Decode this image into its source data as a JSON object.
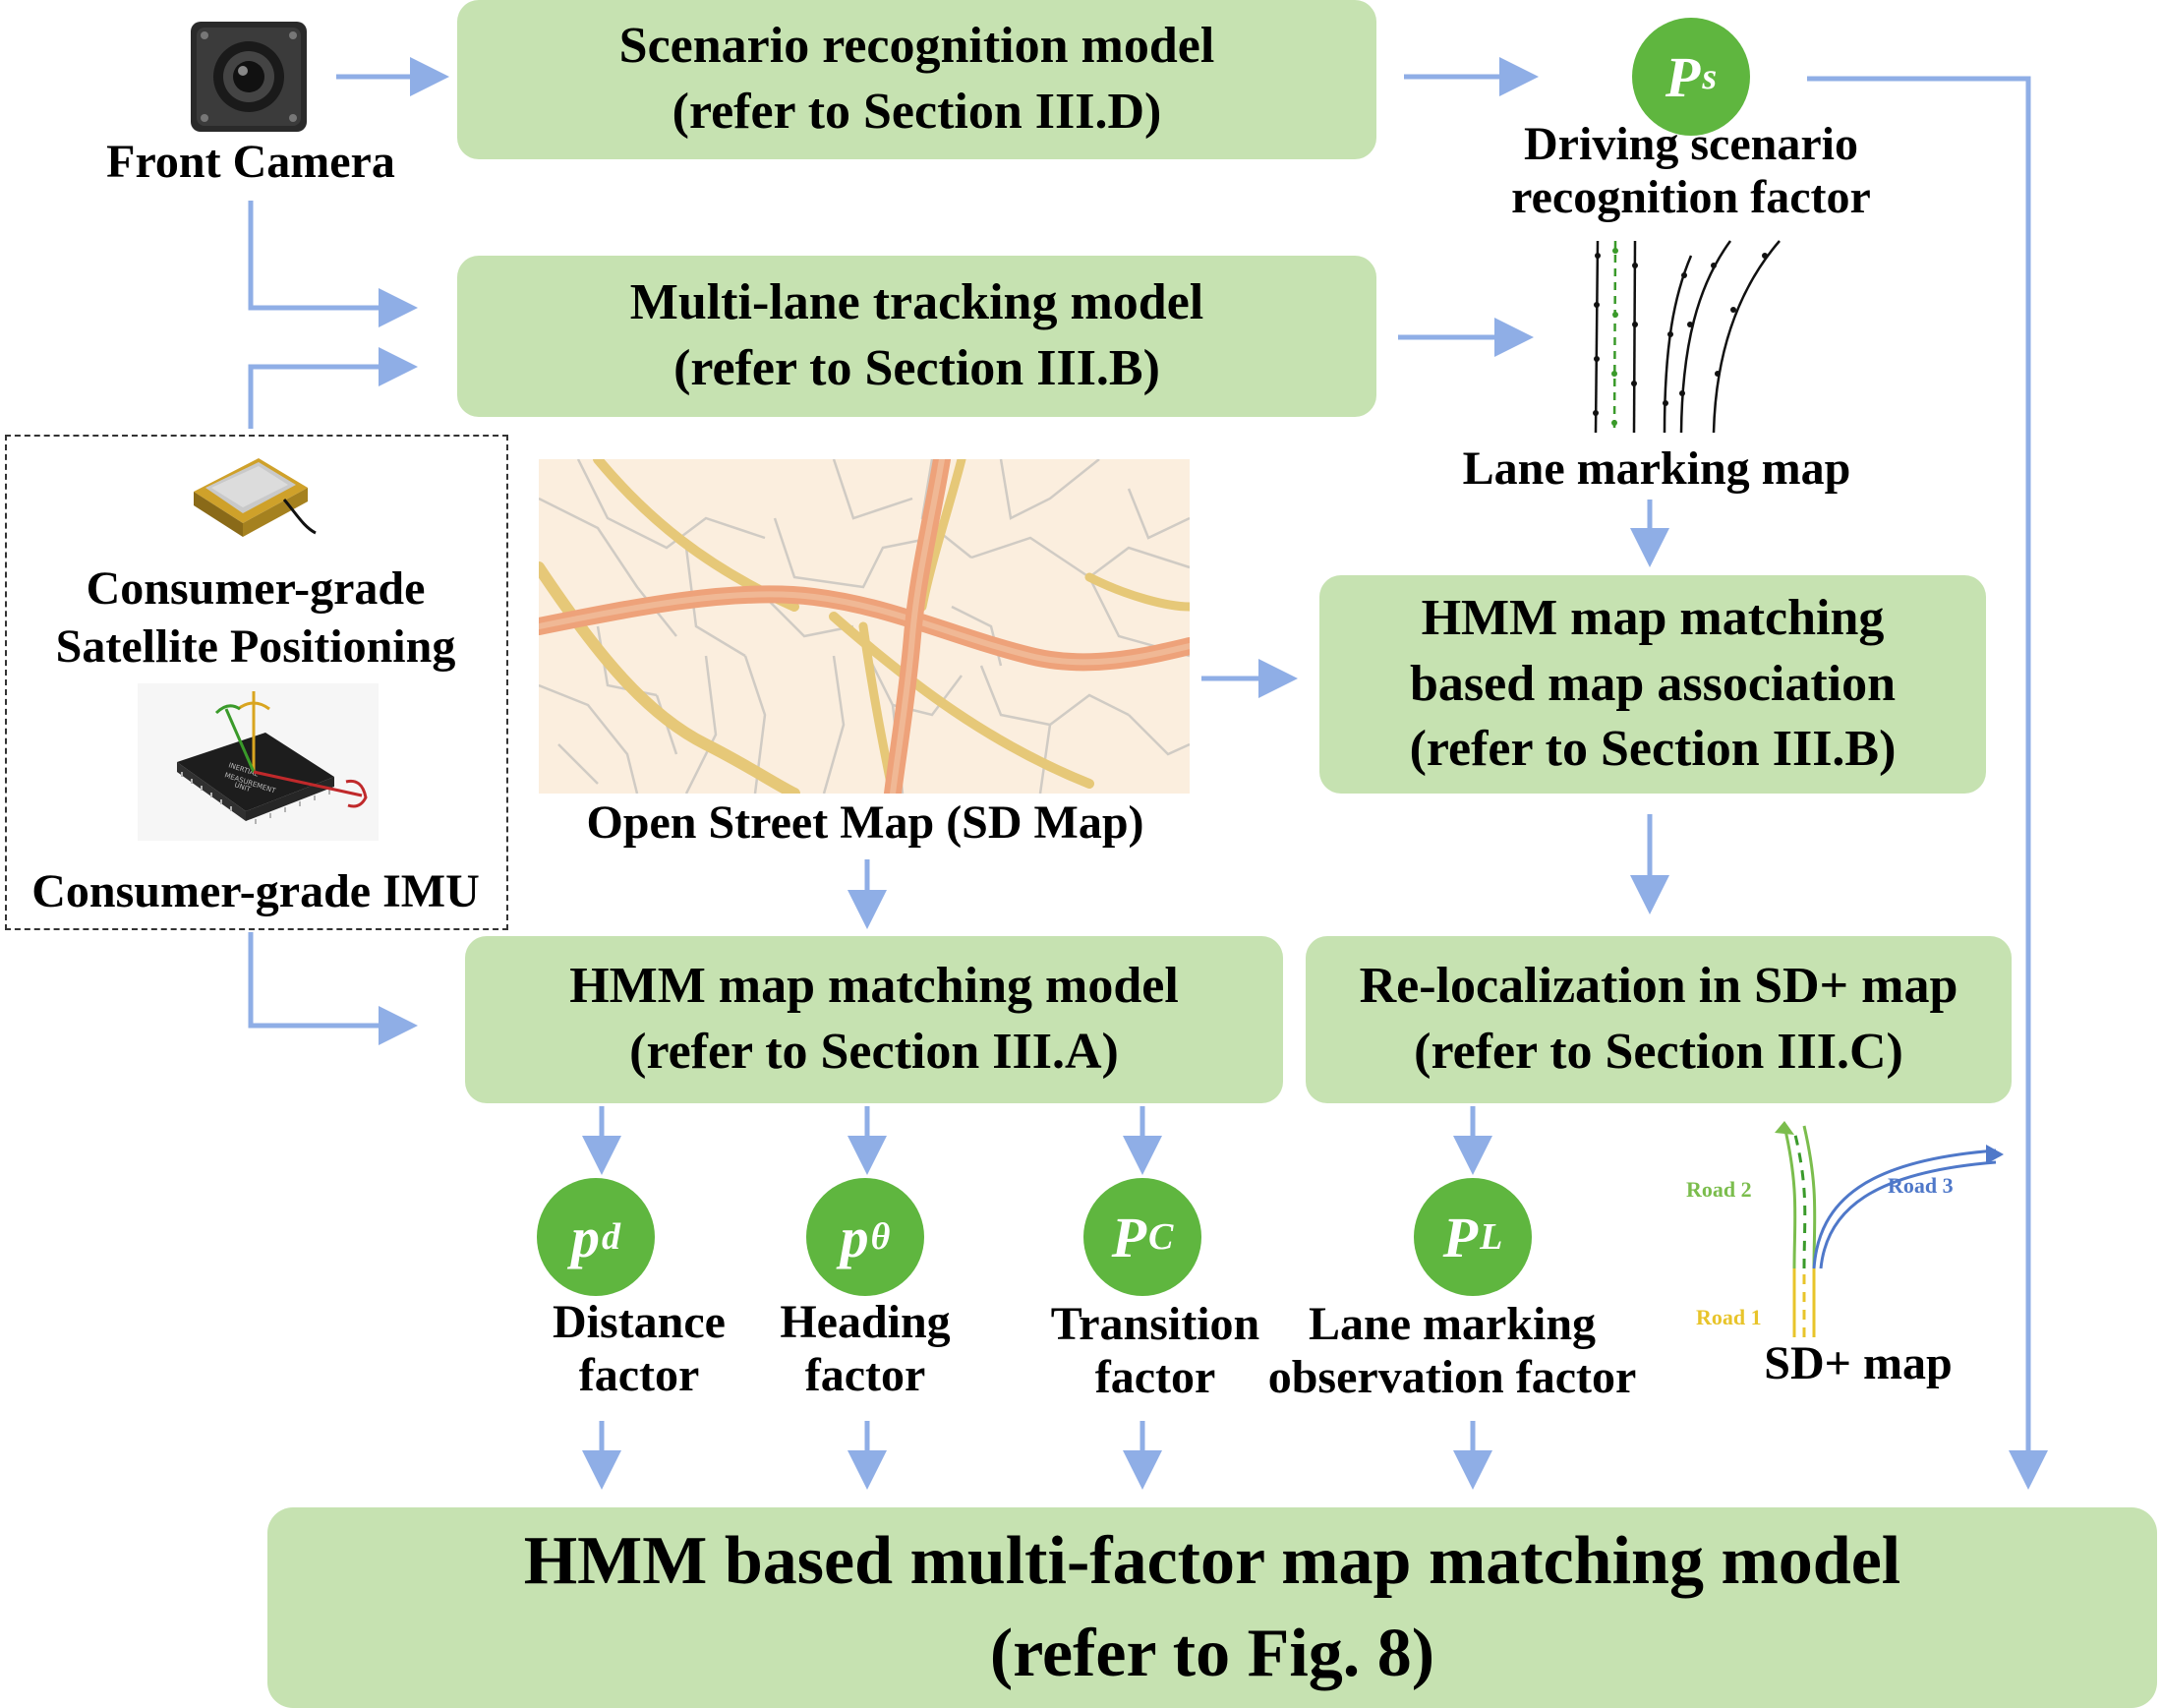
{
  "colors": {
    "box_fill": "#c6e2b1",
    "arrow": "#8faee6",
    "factor_circle": "#5fb63f",
    "road1": "#e8c42a",
    "road2": "#7bbd4d",
    "road3": "#4f78c9",
    "lane_marking_center": "#3a9a2a"
  },
  "sensors": {
    "camera_label": "Front Camera",
    "gnss_label": [
      "Consumer-grade",
      "Satellite Positioning"
    ],
    "imu_label": "Consumer-grade IMU",
    "imu_chip_text": [
      "INERTIAL",
      "MEASUREMENT",
      "UNIT"
    ]
  },
  "boxes": {
    "scenario": [
      "Scenario recognition model",
      "(refer to Section III.D)"
    ],
    "multilane": [
      "Multi-lane tracking model",
      "(refer to Section III.B)"
    ],
    "hmm_assoc": [
      "HMM map matching",
      "based map association",
      "(refer to Section III.B)"
    ],
    "hmm_model": [
      "HMM map matching model",
      "(refer to Section III.A)"
    ],
    "reloc": [
      "Re-localization in SD+ map",
      "(refer to Section III.C)"
    ],
    "final": [
      "HMM based multi-factor map matching model",
      "(refer to Fig. 8)"
    ]
  },
  "maps": {
    "osm_label": "Open Street Map (SD Map)",
    "lane_map_label": "Lane marking map",
    "sdplus_label": "SD+ map",
    "sdplus_roads": [
      "Road 1",
      "Road 2",
      "Road 3"
    ]
  },
  "factors": {
    "ps": {
      "symbol": "P",
      "sub": "s",
      "label": [
        "Driving scenario",
        "recognition factor"
      ]
    },
    "pd": {
      "symbol": "p",
      "sub": "d",
      "label": [
        "Distance",
        "factor"
      ]
    },
    "ptheta": {
      "symbol": "p",
      "sub": "θ",
      "label": [
        "Heading",
        "factor"
      ]
    },
    "pc": {
      "symbol": "P",
      "sub": "C",
      "label": [
        "Transition",
        "factor"
      ]
    },
    "pl": {
      "symbol": "P",
      "sub": "L",
      "label": [
        "Lane marking",
        "observation factor"
      ]
    }
  }
}
